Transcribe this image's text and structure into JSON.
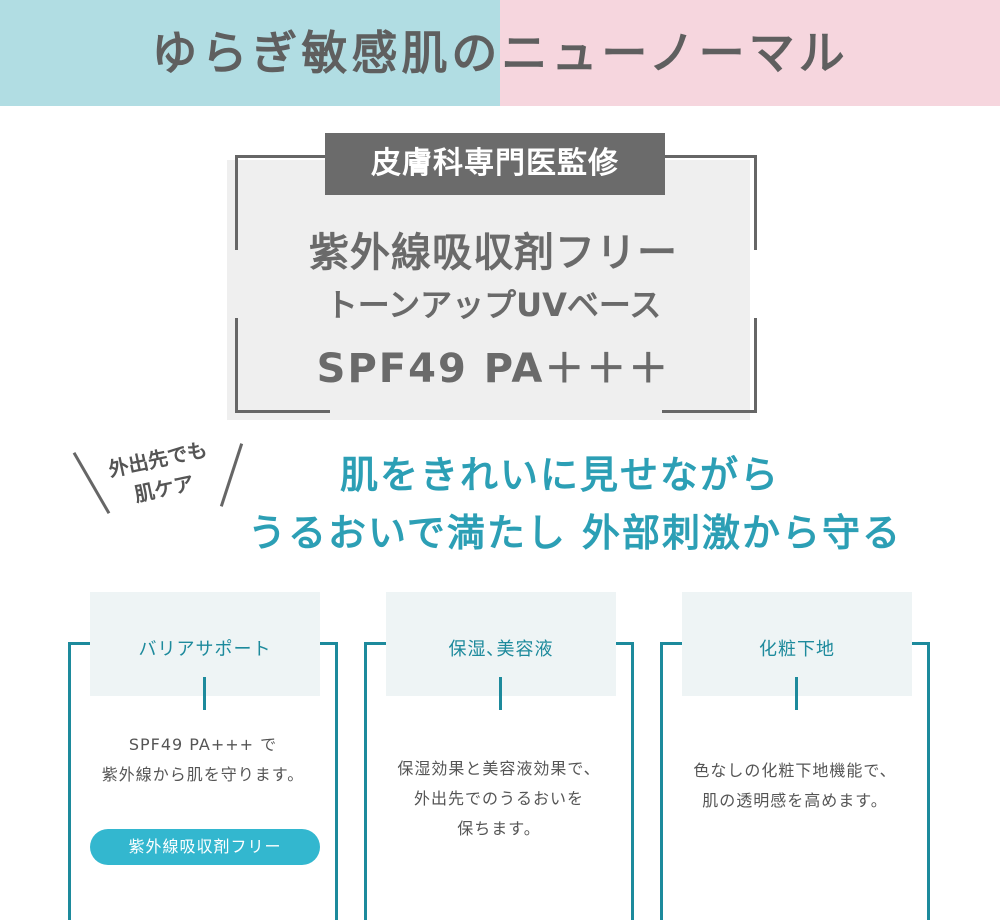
{
  "header": {
    "title": "ゆらぎ敏感肌のニューノーマル"
  },
  "spec": {
    "badge": "皮膚科専門医監修",
    "line1": "紫外線吸収剤フリー",
    "line2": "トーンアップUVベース",
    "line3": "SPF49 PA＋＋＋"
  },
  "side_note": {
    "line1": "外出先でも",
    "line2": "肌ケア"
  },
  "headline": {
    "line1": "肌をきれいに見せながら",
    "line2": "うるおいで満たし 外部刺激から守る"
  },
  "cards": [
    {
      "label": "バリアサポート",
      "desc_line1": "SPF49  PA+++ で",
      "desc_line2": "紫外線から肌を守ります。",
      "pill": "紫外線吸収剤フリー"
    },
    {
      "label": "保湿､美容液",
      "desc_line1": "保湿効果と美容液効果で、",
      "desc_line2": "外出先でのうるおいを",
      "desc_line3": "保ちます。"
    },
    {
      "label": "化粧下地",
      "desc_line1": "色なしの化粧下地機能で、",
      "desc_line2": "肌の透明感を高めます。"
    }
  ],
  "colors": {
    "header_left": "#b1dde3",
    "header_right": "#f6d6de",
    "accent": "#2c9fb5",
    "card_border": "#1d8a9c",
    "pill": "#33b7cf"
  }
}
